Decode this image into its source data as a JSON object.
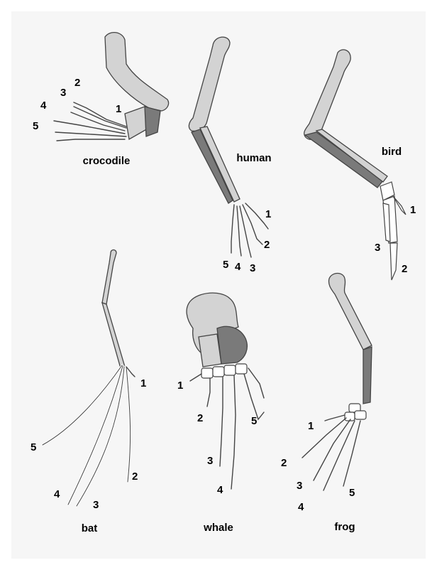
{
  "limbs": {
    "crocodile": {
      "label": "crocodile",
      "digits": [
        "1",
        "2",
        "3",
        "4",
        "5"
      ]
    },
    "human": {
      "label": "human",
      "digits": [
        "1",
        "2",
        "3",
        "4",
        "5"
      ]
    },
    "bird": {
      "label": "bird",
      "digits": [
        "1",
        "2",
        "3"
      ]
    },
    "bat": {
      "label": "bat",
      "digits": [
        "1",
        "2",
        "3",
        "4",
        "5"
      ]
    },
    "whale": {
      "label": "whale",
      "digits": [
        "1",
        "2",
        "3",
        "4",
        "5"
      ]
    },
    "frog": {
      "label": "frog",
      "digits": [
        "1",
        "2",
        "3",
        "4",
        "5"
      ]
    }
  },
  "colors": {
    "humerus": "#d3d3d3",
    "radius_ulna": "#7a7a7a",
    "digits": "#ffffff",
    "outline": "#444444",
    "background": "#f6f6f6"
  }
}
